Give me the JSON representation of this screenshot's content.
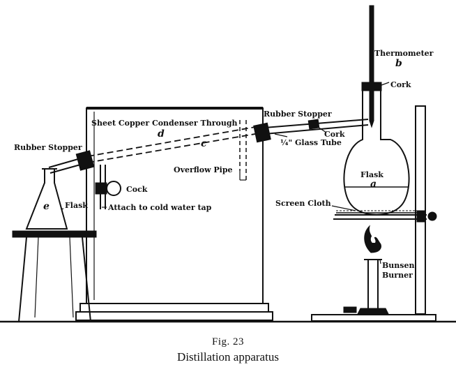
{
  "labels": {
    "thermometer": "Thermometer",
    "thermometer_letter": "b",
    "cork_top": "Cork",
    "rubber_stopper_right": "Rubber Stopper",
    "cork_side": "Cork",
    "glass_tube": "¼\" Glass Tube",
    "condenser": "Sheet Copper Condenser Through",
    "condenser_letter": "d",
    "tube_letter": "c",
    "rubber_stopper_left": "Rubber Stopper",
    "overflow_pipe": "Overflow Pipe",
    "cock": "Cock",
    "attach": "Attach to cold water tap",
    "flask_right": "Flask",
    "flask_right_letter": "a",
    "flask_left": "Flask",
    "flask_left_letter": "e",
    "screen_cloth": "Screen Cloth",
    "bunsen_1": "Bunsen",
    "bunsen_2": "Burner"
  },
  "caption": {
    "figure": "Fig. 23",
    "title": "Distillation apparatus"
  }
}
